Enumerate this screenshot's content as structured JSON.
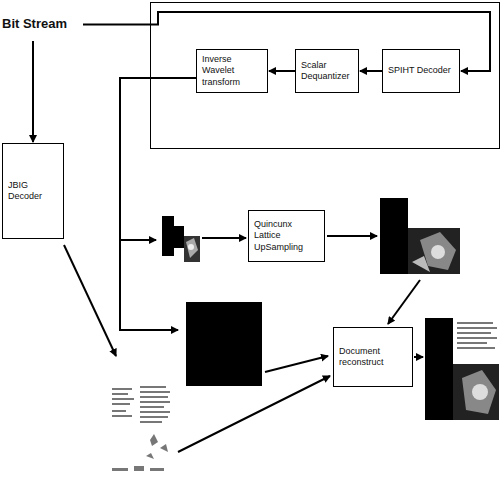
{
  "diagram": {
    "nodes": [
      {
        "text": [
          "Bit Stream"
        ]
      },
      {
        "text": [
          "Inverse Wavelet transform"
        ]
      },
      {
        "text": [
          "Scalar Dequantizer"
        ]
      },
      {
        "text": [
          "SPIHT Decoder"
        ]
      },
      {
        "text": [
          "JBIG Decoder"
        ]
      },
      {
        "text": [
          "Quincunx Lattice UpSampling"
        ]
      },
      {
        "text": [
          "Document reconstruct"
        ]
      }
    ],
    "edges": [
      {
        "from": 0,
        "to": 3,
        "arrow": "to"
      },
      {
        "from": 0,
        "to": 4,
        "arrow": "to"
      },
      {
        "from": 3,
        "to": 2,
        "arrow": "to"
      },
      {
        "from": 2,
        "to": 1,
        "arrow": "to"
      }
    ]
  }
}
